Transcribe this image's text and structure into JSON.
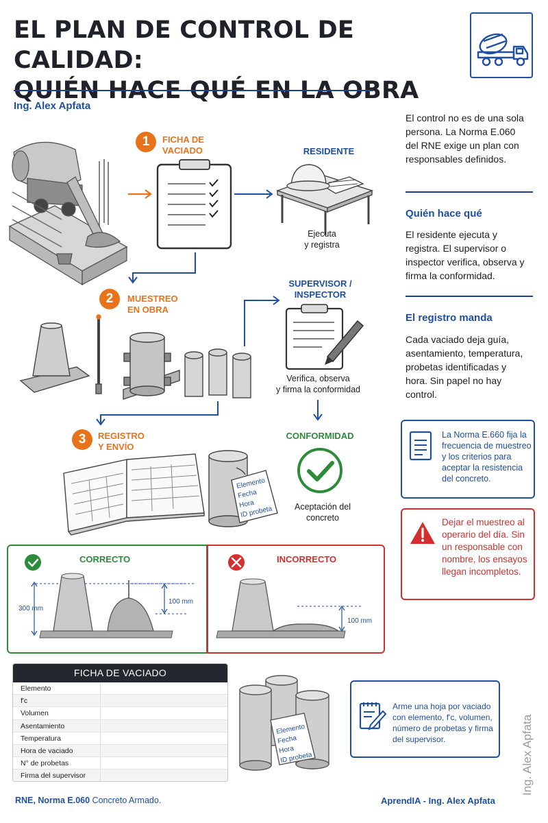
{
  "header": {
    "title_line1": "EL PLAN DE CONTROL DE CALIDAD:",
    "title_line2": "QUIÉN HACE QUÉ EN LA OBRA",
    "author": "Ing. Alex Apfata"
  },
  "steps": [
    {
      "number": "1",
      "label_line1": "FICHA DE",
      "label_line2": "VACIADO"
    },
    {
      "number": "2",
      "label_line1": "MUESTREO",
      "label_line2": "EN OBRA"
    },
    {
      "number": "3",
      "label_line1": "REGISTRO",
      "label_line2": "Y ENVÍO"
    }
  ],
  "roles": {
    "residente": "RESIDENTE",
    "residente_caption_1": "Ejecuta",
    "residente_caption_2": "y registra",
    "supervisor_1": "SUPERVISOR /",
    "supervisor_2": "INSPECTOR",
    "supervisor_caption_1": "Verifica, observa",
    "supervisor_caption_2": "y firma la conformidad",
    "conformidad": "CONFORMIDAD",
    "conformidad_caption_1": "Aceptación del",
    "conformidad_caption_2": "concreto"
  },
  "tag": {
    "line1": "Elemento",
    "line2": "Fecha",
    "line3": "Hora",
    "line4": "ID probeta"
  },
  "sidebar": {
    "intro": "El control no es de una sola persona. La Norma E.060 del RNE exige un plan con responsables definidos.",
    "section1_title": "Quién hace qué",
    "section1_body": "El residente ejecuta y registra. El supervisor o inspector verifica, observa y firma la conformidad.",
    "section2_title": "El registro manda",
    "section2_body": "Cada vaciado deja guía, asentamiento, temperatura, probetas identificadas y hora. Sin papel no hay control.",
    "note_blue": "La Norma E.660 fija la frecuencia de muestreo y los criterios para aceptar la resistencia del concreto.",
    "note_red": "Dejar el muestreo al operario del día. Sin un responsable con nombre, los ensayos llegan incompletos."
  },
  "comparison": {
    "correct": "CORRECTO",
    "incorrect": "INCORRECTO",
    "dim_300": "300 mm",
    "dim_100": "100 mm",
    "dim_100b": "100 mm"
  },
  "ficha": {
    "title": "FICHA DE VACIADO",
    "rows": [
      "Elemento",
      "f'c",
      "Volumen",
      "Asentamiento",
      "Temperatura",
      "Hora de vaciado",
      "N° de probetas",
      "Firma del supervisor"
    ]
  },
  "tip": "Arme una hoja por vaciado con elemento, f'c, volumen, número de probetas y firma del supervisor.",
  "footer": {
    "left_bold": "RNE, Norma E.060",
    "left_rest": " Concreto Armado.",
    "right": "AprendIA - Ing. Alex Apfata",
    "watermark": "Ing. Alex Apfata"
  },
  "colors": {
    "orange": "#e8731a",
    "blue": "#1f4fa0",
    "green": "#2e8b3a",
    "red": "#d32f2f",
    "dark": "#1f2329"
  }
}
